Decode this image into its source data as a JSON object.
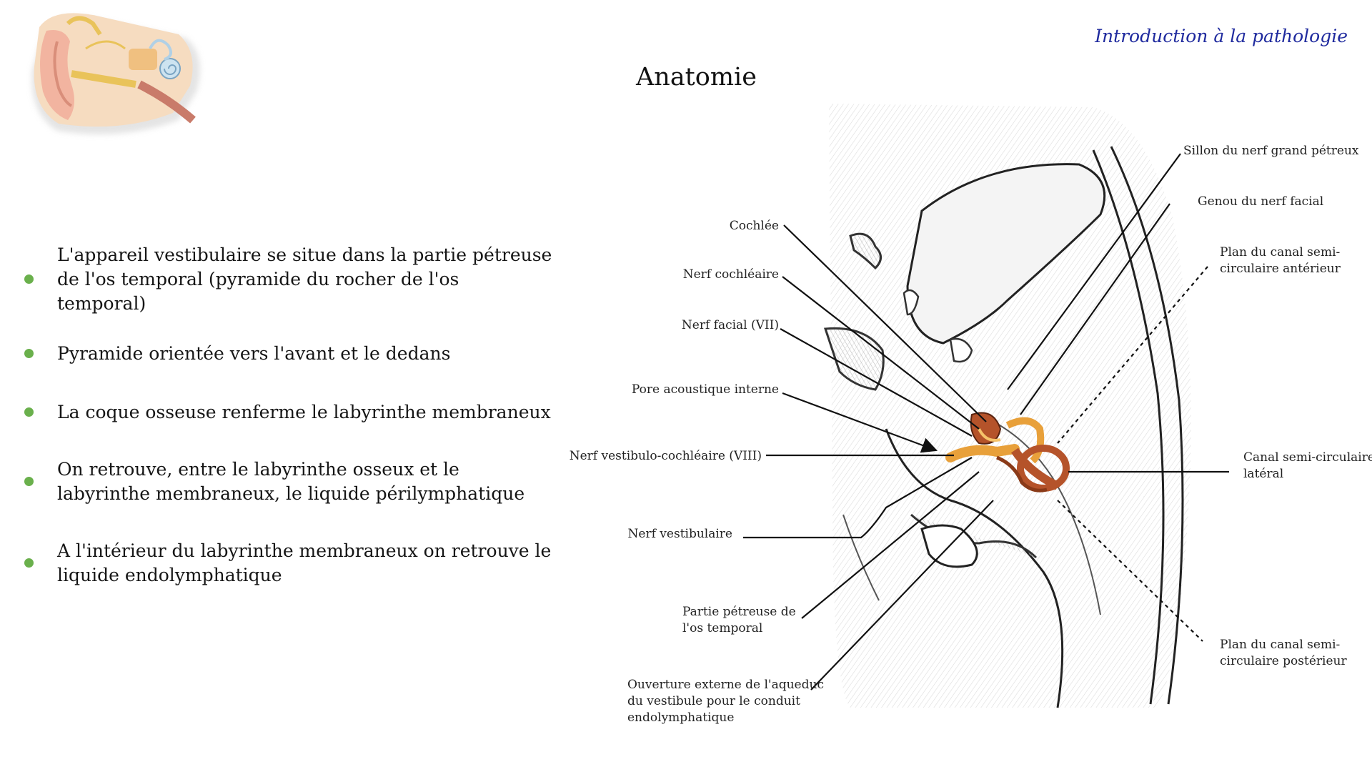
{
  "header": {
    "section": "Introduction à la pathologie"
  },
  "title": "Anatomie",
  "colors": {
    "accent": "#1f2a9e",
    "bullet": "#6ab04c",
    "labyrinth": "#b5532a",
    "nerve": "#e8a03a"
  },
  "icons": {
    "logo": "ear-anatomy-icon"
  },
  "bullets": [
    "L'appareil vestibulaire se situe dans la partie pétreuse de l'os temporal (pyramide du rocher de l'os temporal)",
    "Pyramide orientée vers l'avant et le dedans",
    "La coque osseuse renferme le labyrinthe membraneux",
    "On retrouve, entre le labyrinthe osseux et le labyrinthe membraneux, le liquide périlymphatique",
    "A l'intérieur du labyrinthe membraneux on retrouve le liquide endolymphatique"
  ],
  "diagram": {
    "labels": {
      "cochlee": "Cochlée",
      "nerf_cochleaire": "Nerf cochléaire",
      "nerf_facial": "Nerf facial (VII)",
      "pore": "Pore acoustique interne",
      "nerf_vc": "Nerf vestibulo-cochléaire (VIII)",
      "nerf_vestibulaire": "Nerf vestibulaire",
      "partie_1": "Partie pétreuse de",
      "partie_2": "l'os temporal",
      "ouverture_1": "Ouverture externe de l'aqueduc",
      "ouverture_2": "du vestibule pour le conduit",
      "ouverture_3": "endolymphatique",
      "sillon": "Sillon du nerf grand pétreux",
      "genou": "Genou du nerf facial",
      "plan_ant_1": "Plan du canal semi-",
      "plan_ant_2": "circulaire antérieur",
      "canal_lat_1": "Canal semi-circulaire",
      "canal_lat_2": "latéral",
      "plan_post_1": "Plan du canal semi-",
      "plan_post_2": "circulaire postérieur"
    }
  }
}
